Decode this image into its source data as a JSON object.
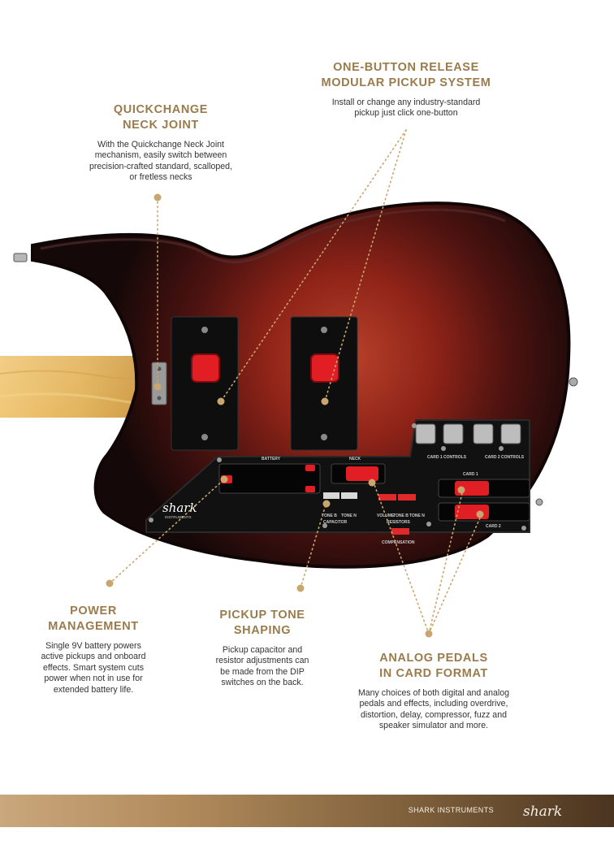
{
  "callouts": {
    "pickup_system": {
      "title": "ONE-BUTTON RELEASE\nMODULAR PICKUP SYSTEM",
      "text": "Install or change any industry-standard\npickup just click one-button"
    },
    "neck_joint": {
      "title": "QUICKCHANGE\nNECK JOINT",
      "text": "With the Quickchange Neck Joint\nmechanism, easily switch between\nprecision-crafted standard, scalloped,\nor fretless necks"
    },
    "power": {
      "title": "POWER\nMANAGEMENT",
      "text": "Single 9V battery powers\nactive pickups and onboard\neffects. Smart system cuts\npower when not in use for\nextended battery life."
    },
    "tone": {
      "title": "PICKUP TONE\nSHAPING",
      "text": "Pickup capacitor and\nresistor adjustments can\nbe made from the DIP\nswitches on the back."
    },
    "pedals": {
      "title": "ANALOG PEDALS\nIN CARD FORMAT",
      "text": "Many choices of both digital and analog\npedals and effects, including overdrive,\ndistortion, delay, compressor, fuzz and\nspeaker simulator and more."
    }
  },
  "panel_labels": {
    "battery": "BATTERY",
    "neck": "NECK",
    "card_controls_1": "CARD 1 CONTROLS",
    "card_controls_2": "CARD 2 CONTROLS",
    "card1": "CARD 1",
    "card2": "CARD 2",
    "tone_b": "TONE B",
    "tone_n": "TONE N",
    "capacitor": "CAPACITOR",
    "volume": "VOLUME",
    "tone_b2": "TONE B",
    "tone_n2": "TONE N",
    "resistors": "RESISTORS",
    "compensation": "COMPENSATION",
    "panel_logo": "shark",
    "panel_logo_sub": "INSTRUMENTS"
  },
  "footer": {
    "brand_text": "SHARK INSTRUMENTS",
    "logo": "shark"
  },
  "colors": {
    "accent_gold": "#9a7b4c",
    "body_dark": "#1a0d0d",
    "body_red": "#8e2318",
    "latch_red": "#e01e24",
    "neck_maple": "#e2b45c"
  }
}
